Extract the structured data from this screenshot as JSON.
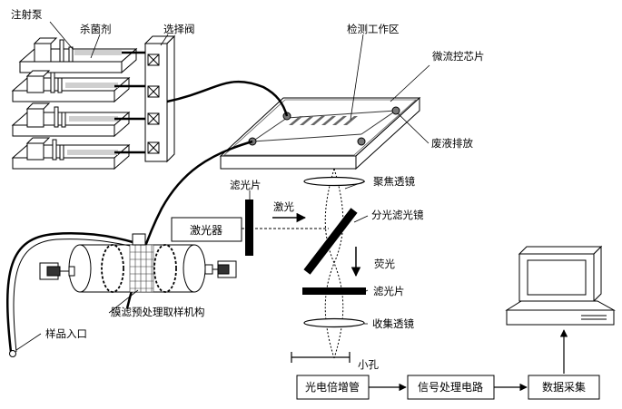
{
  "labels": {
    "syringe_pump": "注射泵",
    "bactericide": "杀菌剂",
    "selector_valve": "选择阀",
    "detection_zone": "检测工作区",
    "microfluidic_chip": "微流控芯片",
    "waste_discharge": "废液排放",
    "filter_top": "滤光片",
    "laser_text": "激光",
    "laser_box": "激光器",
    "focus_lens": "聚焦透镜",
    "dichroic_mirror": "分光滤光镜",
    "fluorescence": "荧光",
    "filter_bottom": "滤光片",
    "collect_lens": "收集透镜",
    "pinhole": "小孔",
    "membrane_unit": "膜滤预处理取样机构",
    "sample_inlet": "样品入口",
    "pmt": "光电倍增管",
    "signal_circuit": "信号处理电路",
    "data_acquisition": "数据采集"
  }
}
